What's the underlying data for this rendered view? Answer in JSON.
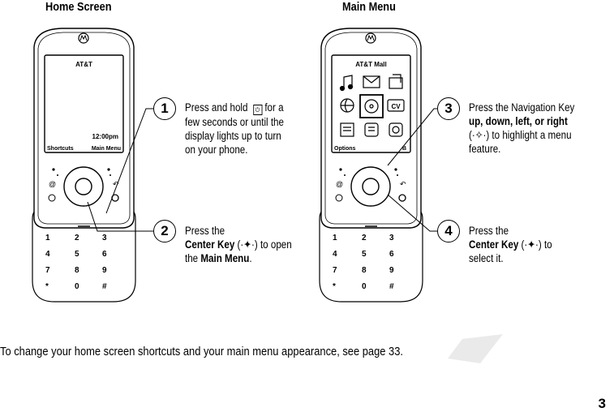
{
  "headings": {
    "home": "Home Screen",
    "main": "Main Menu"
  },
  "home_screen": {
    "carrier": "AT&T",
    "time": "12:00pm",
    "left_soft": "Shortcuts",
    "right_soft": "Main Menu"
  },
  "main_menu_screen": {
    "title": "AT&T Mall",
    "left_soft": "Options",
    "right_soft": "Back",
    "right_soft_visible": "B"
  },
  "callouts": [
    {
      "number": "1",
      "lines": [
        "Press and hold",
        "for a",
        "few seconds or until the",
        "display lights up to turn",
        "on your phone."
      ]
    },
    {
      "number": "2",
      "pre": "Press the",
      "bold1": "Center Key",
      "mid": " (",
      "post": ") to open",
      "pre2": "the ",
      "bold2": "Main Menu",
      "end": "."
    },
    {
      "number": "3",
      "pre": "Press the Navigation Key",
      "bold": "up, down, left, or right",
      "post1": ") to highlight a menu",
      "post2": "feature."
    },
    {
      "number": "4",
      "pre": "Press the",
      "bold": "Center Key",
      "post": ")  to",
      "post2": "select it."
    }
  ],
  "footer": "To change your home screen shortcuts and your main menu appearance, see page 33.",
  "page_number": "3",
  "colors": {
    "ink": "#000000",
    "page": "#ffffff",
    "corner_shape": "#eaeaea"
  },
  "icons": [
    "motorola-logo-icon",
    "power-key-icon",
    "center-key-icon",
    "navigation-key-icon",
    "music-note-icon",
    "mail-icon",
    "messaging-icon",
    "browser-icon",
    "media-icon",
    "cv-icon",
    "contacts-icon",
    "tools-icon",
    "settings-icon"
  ]
}
